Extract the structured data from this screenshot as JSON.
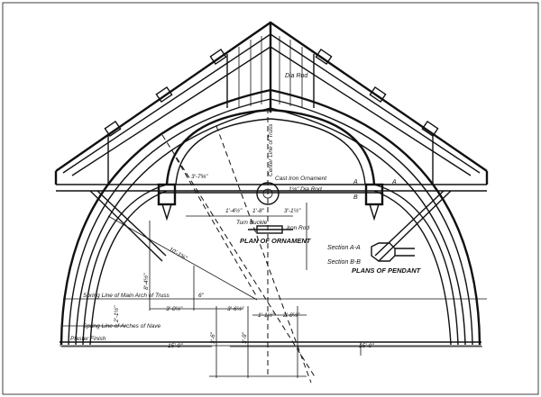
{
  "labels": {
    "dia_rod_top": "Dia Rod",
    "center_line": "Center Line of Truss",
    "cast_iron": "Cast Iron Ornament",
    "dia_rod": "1⅛\" Dia Rod",
    "dim_3_7": "3'-7⅝\"",
    "dim_1_4": "1'-4½\"",
    "dim_1_8": "1'-8\"",
    "dim_3_1": "3'-1½\"",
    "turn_buckle": "Turn Buckle",
    "iron_rod": "Iron Rod",
    "plan_ornament": "PLAN OF ORNAMENT",
    "section_aa": "Section A-A",
    "section_bb": "Section B-B",
    "plans_pendant": "PLANS OF PENDANT",
    "dim_10_1": "10'-1⅝\"",
    "spring_main": "Spring Line of Main Arch of Truss",
    "spring_nave": "Spring Line of Arches of Nave",
    "plaster": "Plaster Finish",
    "span_left": "15'-0\"",
    "span_right": "15'-0\"",
    "dim_3_0": "3'-0½\"",
    "dim_3_6h": "3'-6½\"",
    "dim_1_1": "1'-1½\"",
    "dim_2_8": "2'-8½\"",
    "dim_3_6": "3'-6\"",
    "dim_3_9": "3'-9\"",
    "dim_8_4": "8'-4½\"",
    "dim_2_1": "2'-1½\"",
    "dim_6": "6\"",
    "mark_a": "A",
    "mark_b": "B",
    "mark_a2": "A"
  }
}
